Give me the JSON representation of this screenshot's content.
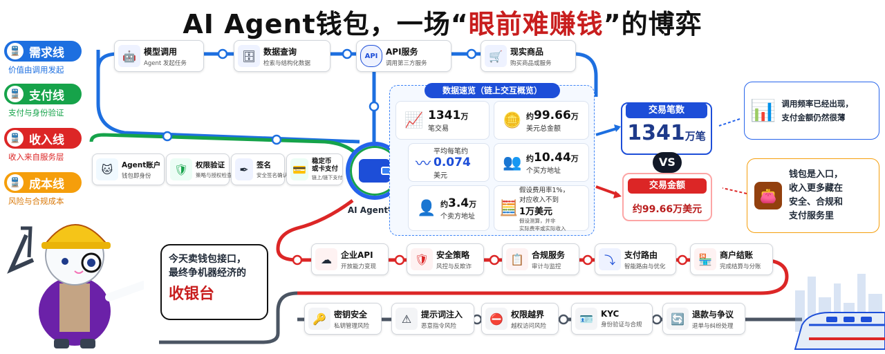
{
  "title": {
    "pre": "AI Agent钱包，一场“",
    "highlight": "眼前难赚钱",
    "post": "”的博弈"
  },
  "colors": {
    "blue": "#1d6fe0",
    "green": "#16a34a",
    "red": "#dc2626",
    "orange": "#f59e0b",
    "gray": "#4b5563"
  },
  "legend": [
    {
      "label": "需求线",
      "sub": "价值由调用发起",
      "icon": "train-icon"
    },
    {
      "label": "支付线",
      "sub": "支付与身份验证",
      "icon": "train-icon"
    },
    {
      "label": "收入线",
      "sub": "收入来自服务层",
      "icon": "train-icon"
    },
    {
      "label": "成本线",
      "sub": "风险与合规成本",
      "icon": "train-icon"
    }
  ],
  "demand_nodes": [
    {
      "title": "模型调用",
      "sub": "Agent 发起任务",
      "icon": "robot-icon"
    },
    {
      "title": "数据查询",
      "sub": "检索与结构化数据",
      "icon": "database-icon"
    },
    {
      "title": "API服务",
      "sub": "调用第三方服务",
      "icon": "api-cloud-icon",
      "icon_text": "API"
    },
    {
      "title": "现实商品",
      "sub": "购买商品或服务",
      "icon": "cart-icon"
    }
  ],
  "payment_nodes": [
    {
      "title": "Agent账户",
      "sub": "钱包即身份",
      "icon": "cat-avatar-icon"
    },
    {
      "title": "权限验证",
      "sub": "策略与授权检查",
      "icon": "shield-check-icon"
    },
    {
      "title": "签名",
      "sub": "安全签名确认",
      "icon": "pen-icon"
    },
    {
      "title": "稳定币\n或卡支付",
      "sub": "链上/链下支付",
      "icon": "card-dollar-icon"
    }
  ],
  "hub": {
    "label": "AI Agent钱包",
    "icon": "wallet-icon"
  },
  "panel": {
    "title": "数据速览（链上交互概览）",
    "cards": [
      {
        "icon": "chart-up-icon",
        "big": "1341",
        "unit": "万",
        "sub": "笔交易"
      },
      {
        "icon": "coins-icon",
        "prefix": "约",
        "big": "99.66",
        "unit": "万",
        "sub": "美元总金额"
      },
      {
        "icon": "line-icon",
        "pre": "平均每笔约",
        "big": "0.074",
        "sub": "美元"
      },
      {
        "icon": "users-icon",
        "prefix": "约",
        "big": "10.44",
        "unit": "万",
        "sub": "个买方地址"
      },
      {
        "icon": "user-icon",
        "prefix": "约",
        "big": "3.4",
        "unit": "万",
        "sub": "个卖方地址"
      },
      {
        "icon": "calculator-icon",
        "l1": "假设费用率1%，",
        "l2": "对应收入不到",
        "l3": "1万美元",
        "foot1": "假设测算，并非",
        "foot2": "实际费率或实际收入"
      }
    ]
  },
  "compare": {
    "tx_title": "交易笔数",
    "tx_value": "1341",
    "tx_unit": "万笔",
    "vs": "VS",
    "amt_title": "交易金额",
    "amt_value": "约99.66万美元"
  },
  "notes": [
    {
      "icon": "chart-icon",
      "l1": "调用频率已经出现，",
      "l2": "支付金额仍然很薄"
    },
    {
      "icon": "wallet-icon",
      "l1": "钱包是入口，",
      "l2": "收入更多藏在",
      "l3": "安全、合规和",
      "l4": "支付服务里"
    }
  ],
  "revenue_nodes": [
    {
      "title": "企业API",
      "sub": "开放能力变现",
      "icon": "cloud-server-icon"
    },
    {
      "title": "安全策略",
      "sub": "风控与反欺诈",
      "icon": "shield-icon"
    },
    {
      "title": "合规服务",
      "sub": "审计与监控",
      "icon": "clipboard-icon"
    },
    {
      "title": "支付路由",
      "sub": "智能路由与优化",
      "icon": "route-icon"
    },
    {
      "title": "商户结账",
      "sub": "完成结算与分账",
      "icon": "store-icon"
    }
  ],
  "cost_nodes": [
    {
      "title": "密钥安全",
      "sub": "私钥管理风险",
      "icon": "key-icon"
    },
    {
      "title": "提示词注入",
      "sub": "恶意指令风险",
      "icon": "code-warning-icon"
    },
    {
      "title": "权限越界",
      "sub": "越权访问风险",
      "icon": "user-block-icon"
    },
    {
      "title": "KYC",
      "sub": "身份验证与合规",
      "icon": "id-card-icon"
    },
    {
      "title": "退款与争议",
      "sub": "退单与纠纷处理",
      "icon": "refund-icon"
    }
  ],
  "speech": {
    "l1": "今天卖钱包接口，",
    "l2": "最终争机器经济的",
    "l3": "收银台"
  }
}
